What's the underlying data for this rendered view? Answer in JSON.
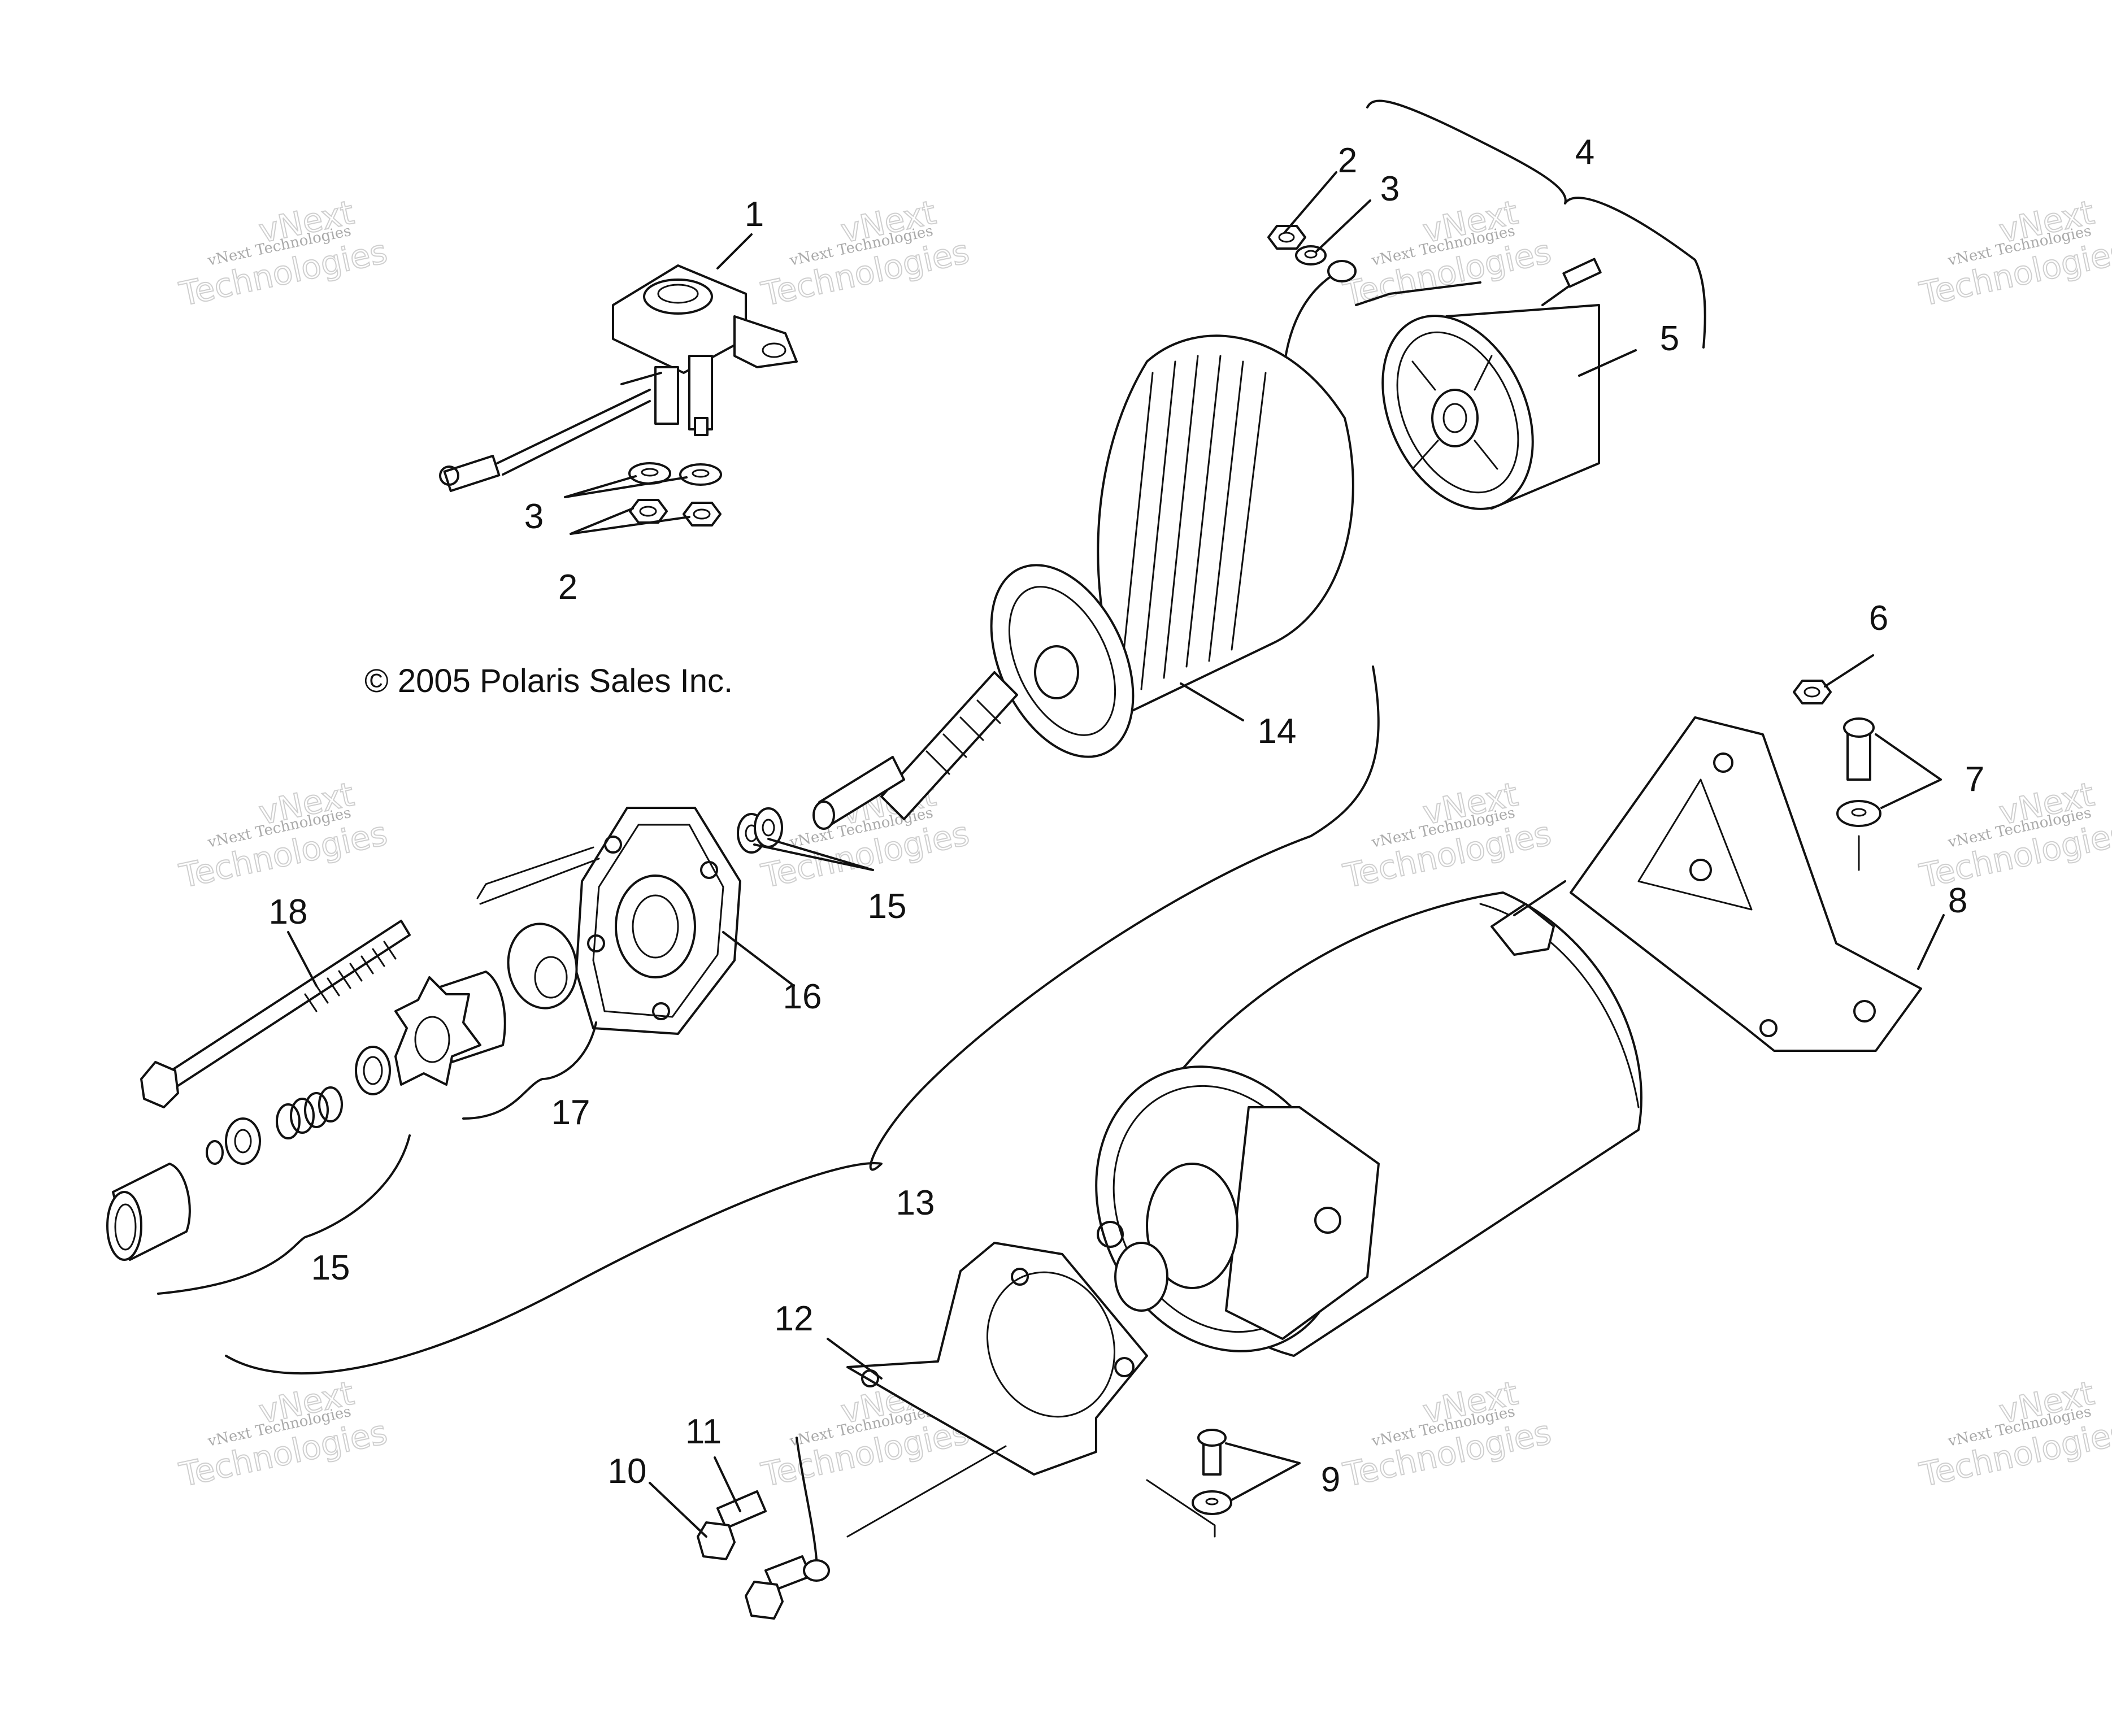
{
  "copyright": "© 2005 Polaris Sales Inc.",
  "watermark": {
    "line1": "vNext Technologies",
    "line2": "vNext",
    "line3": "Technologies"
  },
  "callouts": [
    "1",
    "2",
    "3",
    "2",
    "3",
    "4",
    "5",
    "6",
    "7",
    "8",
    "9",
    "10",
    "11",
    "12",
    "13",
    "14",
    "15",
    "15",
    "16",
    "17",
    "18"
  ]
}
